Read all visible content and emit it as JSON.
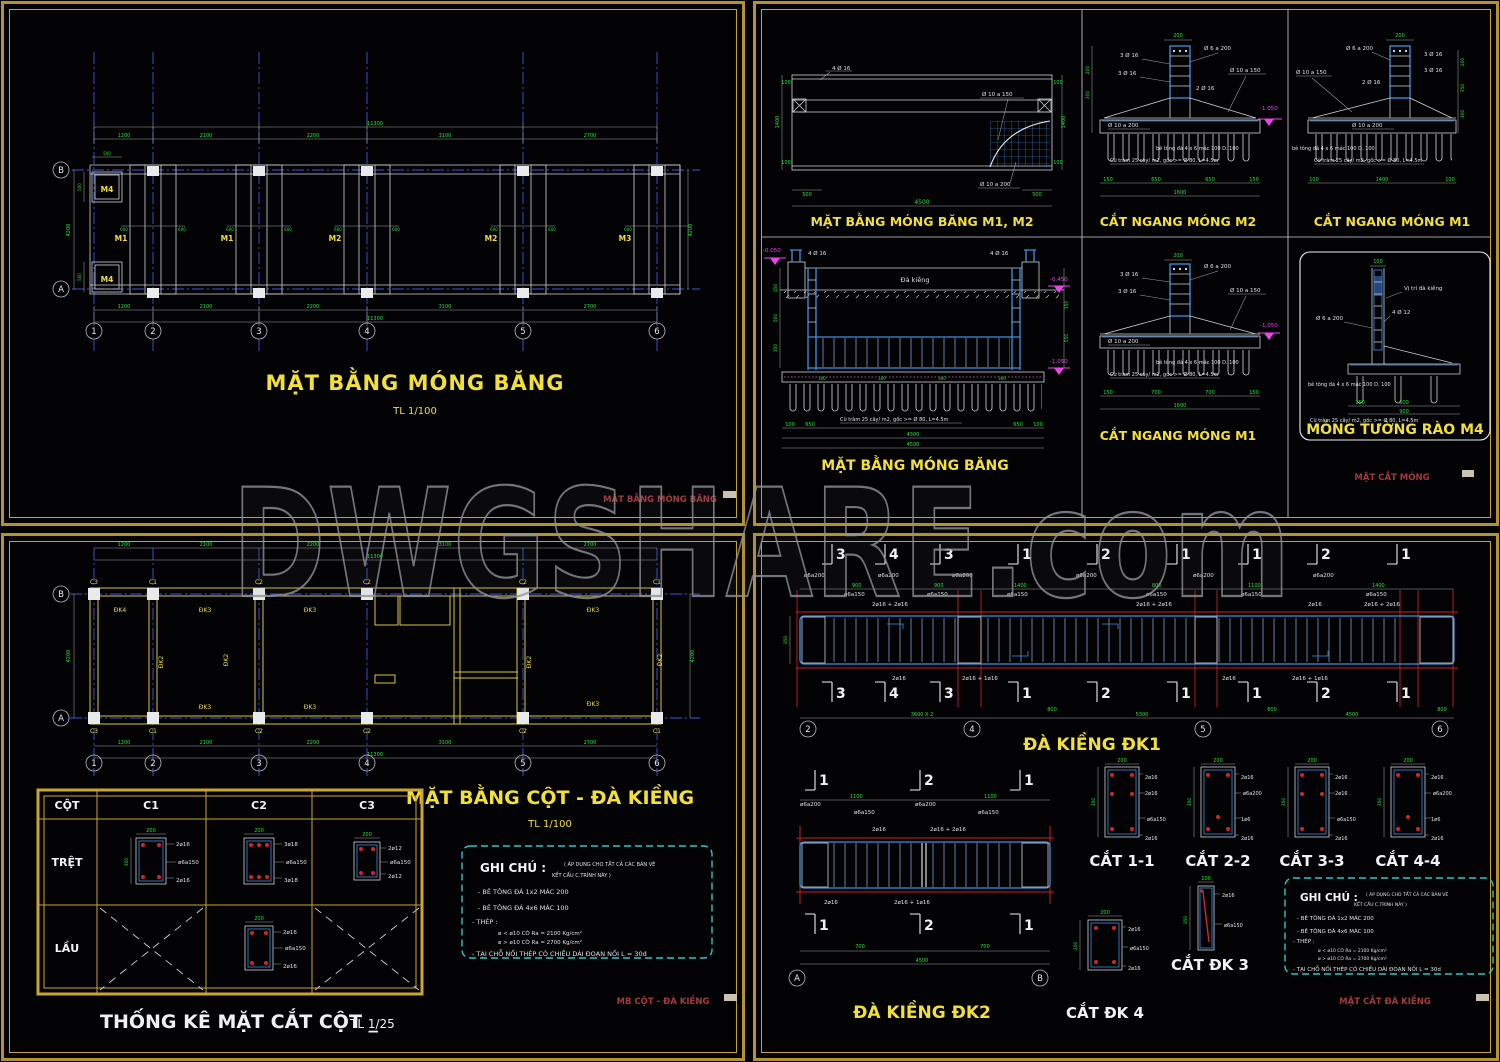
{
  "watermark": {
    "text": "DWGSHARE.com"
  },
  "shared_note": {
    "heading": "GHI CHÚ :",
    "scope1": "( ÁP DỤNG CHO TẤT CẢ CÁC BẢN VẼ",
    "scope2": "KẾT CẤU C.TRÌNH NÀY )",
    "line1": "- BÊ TÔNG ĐÁ 1x2 MÁC 200",
    "line2": "- BÊ TÔNG ĐÁ 4x6 MÁC 100",
    "line3": "- THÉP :",
    "line4": "ø < ø10 CÓ Ra = 2100 Kg/cm²",
    "line5": "ø > ø10 CÓ Ra = 2700 Kg/cm²",
    "line6": "- TẠI CHỖ NỐI THÉP CÓ CHIỀU DÀI ĐOẠN NỐI L = 30d"
  },
  "labels": {
    "o6a200s": "ø6a200",
    "o6a150s": "ø6a150",
    "b2o16": "2ø16",
    "b3o18": "3ø18",
    "b2o12": "2ø12",
    "b1o6": "1ø6",
    "b2o16_2o16": "2ø16 + 2ø16",
    "b2o16_1o16": "2ø16 + 1ø16",
    "o6a200": "Ø 6 a 200",
    "o10a150": "Ø 10 a 150",
    "o10a200": "Ø 10 a 200",
    "b3o16": "3 Ø 16",
    "b4o16": "4 Ø 16",
    "b4o12": "4 Ø 12",
    "b2o16b": "2 Ø 16",
    "concrete": "bê tông đá 4 x 6 mác 100 D. 100",
    "piles": "Cừ tràm 25 cây/ m2, gốc >= Ø 80, L=4.5m",
    "da_kieng": "Đà kiềng",
    "vi_tri": "Vị trí đà kiềng",
    "lev_0050": "-0.050",
    "lev_0450": "-0.450",
    "lev_1050": "-1.050"
  },
  "dims": {
    "d100": "100",
    "d150": "150",
    "d200": "200",
    "d300": "300",
    "d350": "350",
    "d500": "500",
    "d550": "550",
    "d600": "600",
    "d650": "650",
    "d700": "700",
    "d800": "800",
    "d900": "900",
    "d1100": "1100",
    "d1400": "1400",
    "d1600": "1600",
    "d4200": "4200",
    "d4300": "4300",
    "d4500": "4500",
    "bay1": "1200",
    "bay2": "2100",
    "bay3": "2200",
    "bay4": "3100",
    "bay5": "2700",
    "total": "11300",
    "dk1_span1": "3600 X 2",
    "dk1_span2": "5300",
    "dk1_span3": "4500"
  },
  "tl": {
    "grid_cols": [
      "1",
      "2",
      "3",
      "4",
      "5",
      "6"
    ],
    "grid_rows": {
      "a": "A",
      "b": "B"
    },
    "m1": "M1",
    "m2": "M2",
    "m3": "M3",
    "m4": "M4",
    "title": "MẶT BẰNG MÓNG BĂNG",
    "scale": "TL 1/100",
    "stamp": "MẶT BẰNG MÓNG BĂNG"
  },
  "tr": {
    "plan_title": "MẶT BẰNG MÓNG BĂNG M1, M2",
    "m2_title": "CẮT NGANG MÓNG M2",
    "m1_title": "CẮT NGANG MÓNG M1",
    "long_title": "MẶT BẰNG MÓNG BĂNG",
    "m1b_title": "CẮT NGANG MÓNG M1",
    "m4_title": "MÓNG TƯỜNG RÀO M4",
    "stamp": "MẶT CẮT MÓNG"
  },
  "bl": {
    "grid_cols": [
      "1",
      "2",
      "3",
      "4",
      "5",
      "6"
    ],
    "grid_rows": {
      "a": "A",
      "b": "B"
    },
    "col_marks": [
      "C3",
      "C1",
      "C2",
      "C2",
      "C2",
      "C1"
    ],
    "dk2": "ĐK2",
    "dk3": "ĐK3",
    "dk4": "ĐK4",
    "title": "MẶT BẰNG CỘT - ĐÀ KIỀNG",
    "scale": "TL 1/100",
    "table": {
      "h_cot": "CỘT",
      "h_c1": "C1",
      "h_c2": "C2",
      "h_c3": "C3",
      "r_tret": "TRỆT",
      "r_lau": "LẦU"
    },
    "stat_title": "THỐNG KÊ MẶT CẮT CỘT _",
    "stat_scale": "TL 1/25",
    "stamp": "MB CỘT - ĐÀ KIỀNG"
  },
  "br": {
    "dk1_title": "ĐÀ KIỀNG ĐK1",
    "dk2_title": "ĐÀ KIỀNG ĐK2",
    "dk1_marks": [
      "3",
      "4",
      "3",
      "1",
      "2",
      "1",
      "1",
      "2",
      "1"
    ],
    "dk2_marks": [
      "1",
      "2",
      "1"
    ],
    "dk1_grid": [
      "2",
      "4",
      "5",
      "6"
    ],
    "dk2_grid": [
      "A",
      "B"
    ],
    "sec11": "CẮT 1-1",
    "sec22": "CẮT 2-2",
    "sec33": "CẮT 3-3",
    "sec44": "CẮT 4-4",
    "secdk3": "CẮT ĐK 3",
    "secdk4": "CẮT ĐK 4",
    "stamp": "MẶT CẮT ĐÀ KIỀNG"
  }
}
